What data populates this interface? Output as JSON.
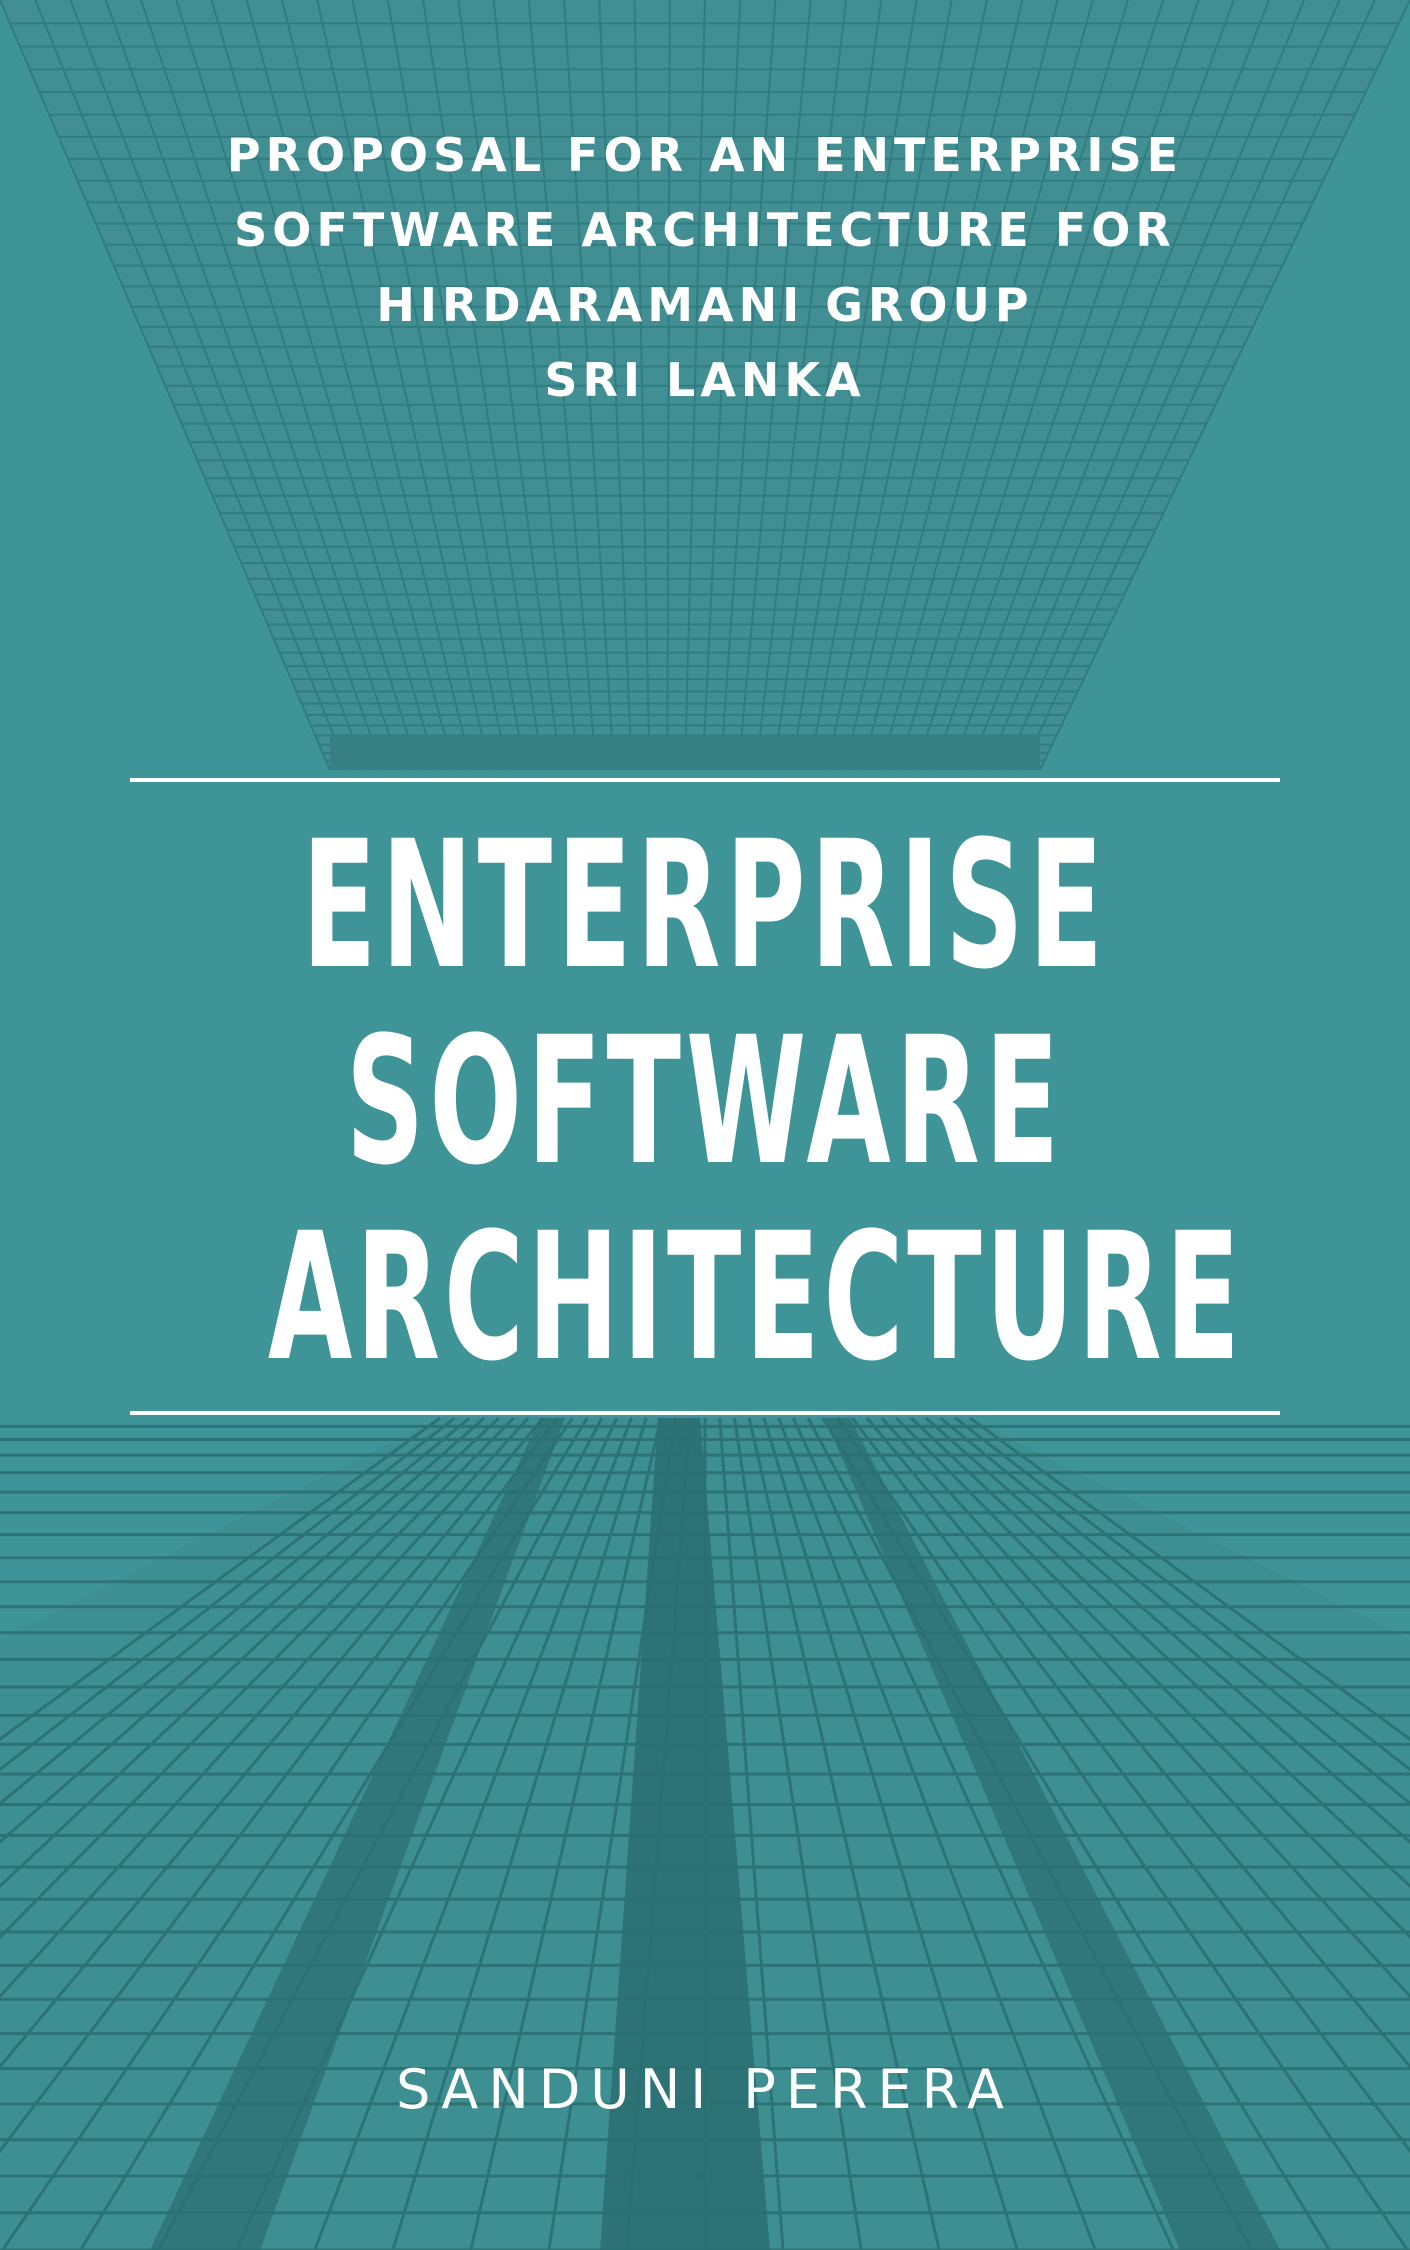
{
  "cover": {
    "subtitle_lines": [
      "PROPOSAL FOR AN ENTERPRISE",
      "SOFTWARE ARCHITECTURE FOR",
      "HIRDARAMANI GROUP",
      "SRI LANKA"
    ],
    "title_lines": [
      "ENTERPRISE",
      "SOFTWARE",
      "ARCHITECTURE"
    ],
    "author": "SANDUNI PERERA"
  },
  "colors": {
    "background": "#3f9497",
    "facade_line": "#2a7376",
    "text": "#ffffff"
  },
  "background_image": "skyscraper-facade-photo"
}
